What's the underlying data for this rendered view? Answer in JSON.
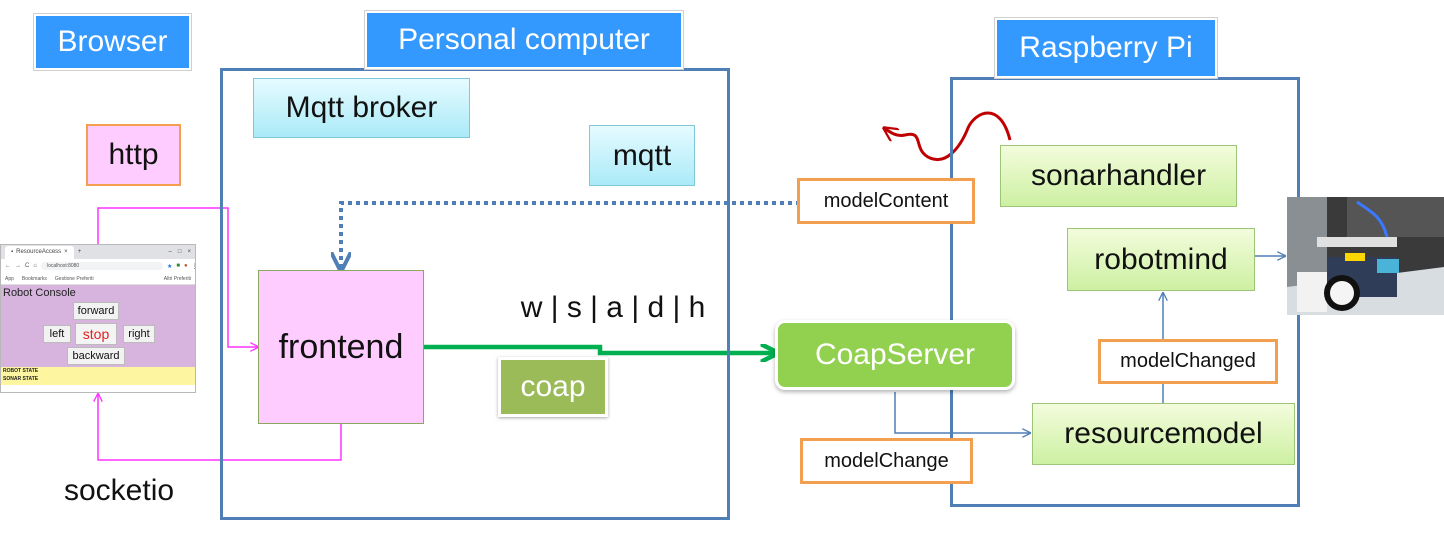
{
  "regions": {
    "browser": "Browser",
    "personal_computer": "Personal computer",
    "raspberry_pi": "Raspberry Pi"
  },
  "nodes": {
    "mqtt_broker": "Mqtt broker",
    "mqtt": "mqtt",
    "http": "http",
    "frontend": "frontend",
    "coap": "coap",
    "coap_server": "CoapServer",
    "sonarhandler": "sonarhandler",
    "robotmind": "robotmind",
    "resourcemodel": "resourcemodel"
  },
  "labels": {
    "model_content": "modelContent",
    "model_changed": "modelChanged",
    "model_change": "modelChange",
    "commands": "w | s | a | d | h",
    "socketio": "socketio"
  },
  "browser_window": {
    "tab_title": "ResourceAccess",
    "new_tab": "+",
    "url": "localhost:8080",
    "bookmarks": [
      "App",
      "Bookmarks",
      "Gestione Preferiti",
      "Altri Preferiti"
    ],
    "console_title": "Robot Console",
    "buttons": {
      "forward": "forward",
      "left": "left",
      "stop": "stop",
      "right": "right",
      "backward": "backward"
    },
    "robot_state": "ROBOT STATE",
    "sonar_state": "SONAR STATE"
  },
  "colors": {
    "title_blue": "#3399ff",
    "frame_blue": "#4f7fb5",
    "magenta_link": "#ff33ff",
    "green_link": "#00b050",
    "orange_border": "#f2a04f",
    "scribble_red": "#c00000"
  }
}
